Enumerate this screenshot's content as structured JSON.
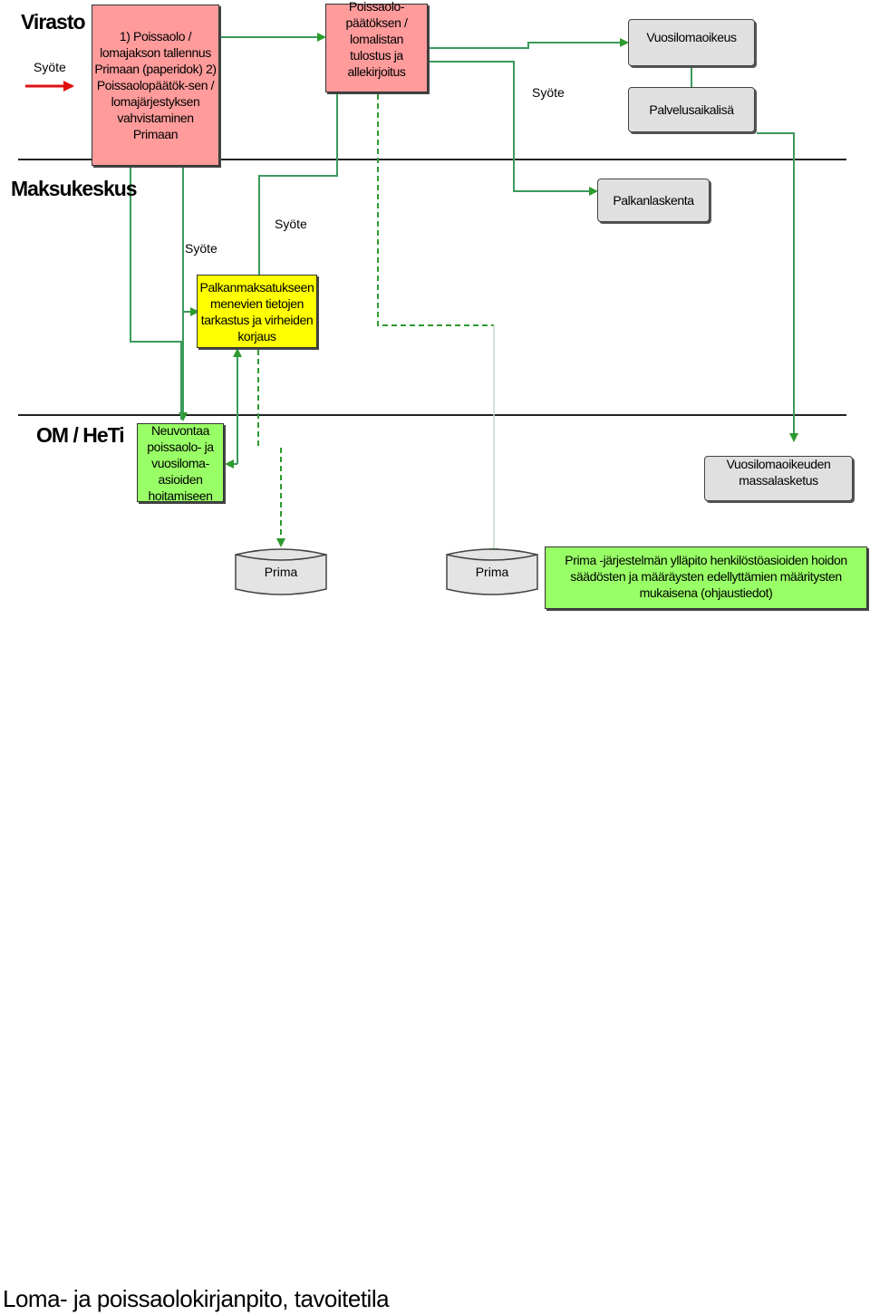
{
  "lanes": {
    "virasto": "Virasto",
    "maksukeskus": "Maksukeskus",
    "omheti": "OM / HeTi"
  },
  "labels": {
    "syote_input": "Syöte",
    "syote_mid": "Syöte",
    "syote_right": "Syöte",
    "syote_low": "Syöte"
  },
  "boxes": {
    "tallennus": "1) Poissaolo / lomajakson tallennus Primaan (paperidok) 2) Poissaolopäätök-sen / lomajärjestyksen vahvistaminen Primaan",
    "tulostus": "Poissaolo-päätöksen / lomalistan tulostus ja allekirjoitus",
    "vuosilomaoikeus": "Vuosilomaoikeus",
    "palvelusaikalisa": "Palvelusaikalisä",
    "palkanlaskenta": "Palkanlaskenta",
    "tarkastus": "Palkanmaksatukseen menevien tietojen tarkastus ja virheiden korjaus",
    "neuvonta": "Neuvontaa poissaolo- ja vuosiloma-asioiden hoitamiseen",
    "massalasketus": "Vuosilomaoikeuden massalasketus",
    "prima1": "Prima",
    "prima2": "Prima",
    "yllapito": "Prima -järjestelmän ylläpito henkilöstöasioiden hoidon säädösten ja määräysten edellyttämien määritysten mukaisena (ohjaustiedot)"
  },
  "footer": "Loma- ja poissaolokirjanpito, tavoitetila",
  "colors": {
    "pink": "#ff9b9b",
    "yellow": "#ffff00",
    "green_box": "#99ff66",
    "gray_box": "#e0e0e0",
    "connector": "#3a9a5c",
    "arrow_head": "#2e9a2e",
    "input_arrow": "#e01010"
  }
}
